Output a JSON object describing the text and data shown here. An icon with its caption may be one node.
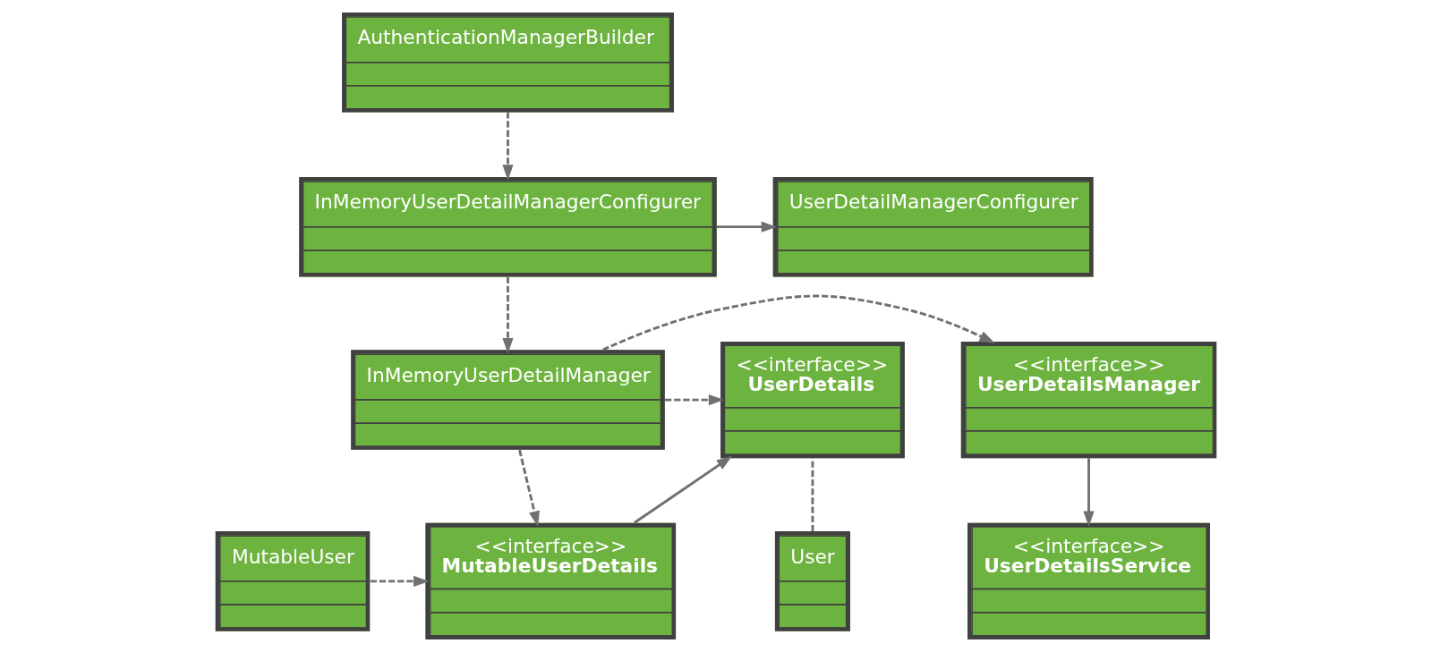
{
  "diagram": {
    "nodes": [
      {
        "text": [
          "AuthenticationManagerBuilder"
        ]
      },
      {
        "text": [
          "InMemoryUserDetailManagerConfigurer"
        ]
      },
      {
        "text": [
          "UserDetailManagerConfigurer"
        ]
      },
      {
        "text": [
          "<<interface>>",
          "UserDetails"
        ]
      },
      {
        "text": [
          "InMemoryUserDetailManager"
        ]
      },
      {
        "text": [
          "<<interface>>",
          "UserDetailsManager"
        ]
      },
      {
        "text": [
          "User"
        ]
      },
      {
        "text": [
          "MutableUser"
        ]
      },
      {
        "text": [
          "<<interface>>",
          "MutableUserDetails"
        ]
      },
      {
        "text": [
          "<<interface>>",
          "UserDetailsService"
        ]
      }
    ],
    "edges": [
      {
        "from": 0,
        "to": 1,
        "arrow": "to",
        "style": "dashed"
      },
      {
        "from": 1,
        "to": 2,
        "arrow": "to"
      },
      {
        "from": 1,
        "to": 4,
        "arrow": "to",
        "style": "dashed"
      },
      {
        "from": 4,
        "to": 3,
        "arrow": "to",
        "style": "dashed"
      },
      {
        "from": 4,
        "to": 5,
        "arrow": "to",
        "style": "dashed"
      },
      {
        "from": 8,
        "to": 3,
        "arrow": "to"
      },
      {
        "from": 6,
        "to": 3,
        "arrow": "none",
        "style": "dashed"
      },
      {
        "from": 4,
        "to": 8,
        "arrow": "to",
        "style": "dashed"
      },
      {
        "from": 7,
        "to": 8,
        "arrow": "to",
        "style": "dashed"
      },
      {
        "from": 5,
        "to": 9,
        "arrow": "to"
      }
    ]
  }
}
